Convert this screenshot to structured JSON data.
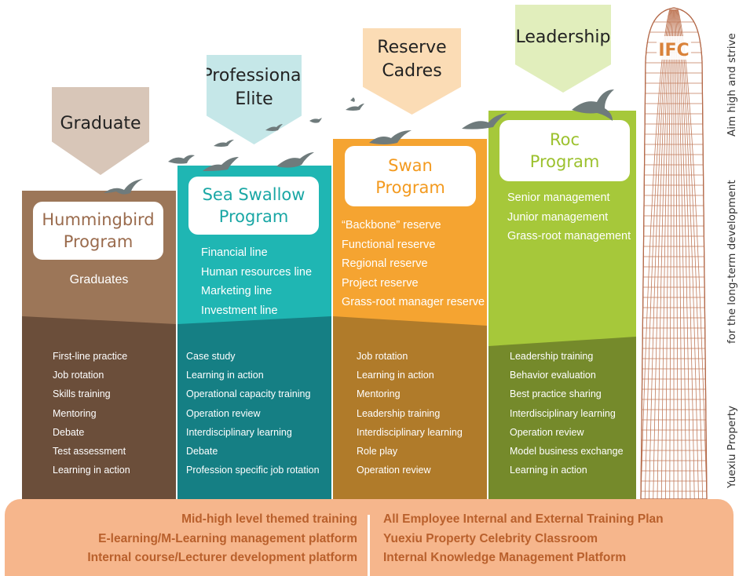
{
  "arrows": {
    "graduate": "Graduate",
    "professional_elite_line1": "Professional",
    "professional_elite_line2": "Elite",
    "reserve_cadres_line1": "Reserve",
    "reserve_cadres_line2": "Cadres",
    "leadership": "Leadership"
  },
  "columns": [
    {
      "title_line1": "Hummingbird",
      "title_line2": "Program",
      "upper_items": [
        "Graduates"
      ],
      "lower_items": [
        "First-line practice",
        "Job rotation",
        "Skills training",
        "Mentoring",
        "Debate",
        "Test assessment",
        "Learning in action"
      ]
    },
    {
      "title_line1": "Sea Swallow",
      "title_line2": "Program",
      "upper_items": [
        "Financial line",
        "Human resources line",
        "Marketing line",
        "Investment line"
      ],
      "lower_items": [
        "Case study",
        "Learning in action",
        "Operational capacity training",
        "Operation review",
        "Interdisciplinary learning",
        "Debate",
        "Profession specific job rotation"
      ]
    },
    {
      "title_line1": "Swan",
      "title_line2": "Program",
      "upper_items": [
        "“Backbone” reserve",
        "Functional reserve",
        "Regional reserve",
        "Project reserve",
        "Grass-root manager reserve"
      ],
      "lower_items": [
        "Job rotation",
        "Learning in action",
        "Mentoring",
        "Leadership training",
        "Interdisciplinary learning",
        "Role play",
        "Operation review"
      ]
    },
    {
      "title_line1": "Roc",
      "title_line2": "Program",
      "upper_items": [
        "Senior management",
        "Junior management",
        "Grass-root management"
      ],
      "lower_items": [
        "Leadership training",
        "Behavior evaluation",
        "Best practice sharing",
        "Interdisciplinary learning",
        "Operation review",
        "Model business exchange",
        "Learning in action"
      ]
    }
  ],
  "tower": {
    "label": "IFC"
  },
  "side_text": {
    "line1": "Aim high and strive",
    "line2": "for the long-term development",
    "line3": "Yuexiu Property"
  },
  "bottom": {
    "left": [
      "Mid-high level themed training",
      "E-learning/M-Learning management platform",
      "Internal course/Lecturer development platform"
    ],
    "right": [
      "All Employee Internal and External Training Plan",
      "Yuexiu Property Celebrity Classroom",
      "Internal Knowledge Management Platform"
    ]
  },
  "colors": {
    "hummingbird_upper": "#9c7658",
    "hummingbird_lower": "#6b4e3a",
    "seaswallow_upper": "#1fb6b3",
    "seaswallow_lower": "#157f84",
    "swan_upper": "#f5a431",
    "swan_lower": "#b07b2a",
    "roc_upper": "#a6c83a",
    "roc_lower": "#758a2b",
    "bottom_bar": "#f6b68c",
    "bottom_text": "#b9602c"
  }
}
